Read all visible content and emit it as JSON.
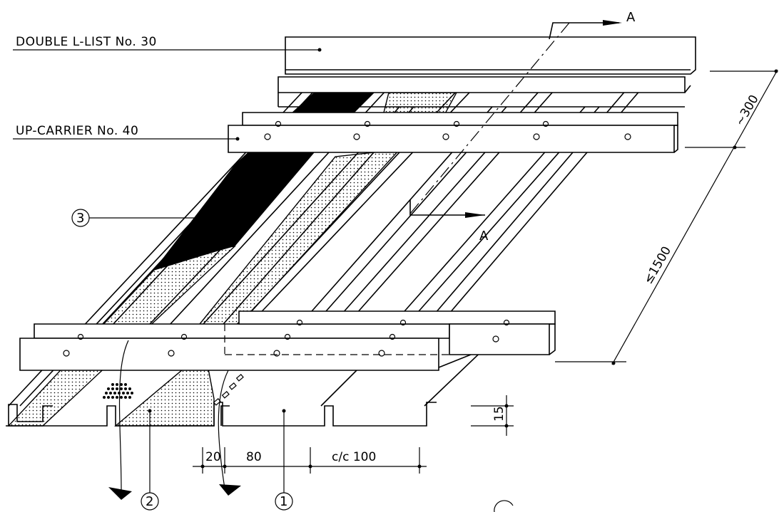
{
  "labels": {
    "double_l_list": "DOUBLE L-LIST No. 30",
    "up_carrier": "UP-CARRIER No. 40"
  },
  "section": {
    "letter_top": "A",
    "letter_bottom": "A"
  },
  "callouts": {
    "c1": "1",
    "c2": "2",
    "c3": "3"
  },
  "dimensions": {
    "d20": "20",
    "d80": "80",
    "cc100": "c/c 100",
    "d15": "15",
    "d300": "~300",
    "d1500": "≤1500"
  },
  "colors": {
    "line": "#000000",
    "background": "#ffffff",
    "dark_layer": "#000000"
  }
}
